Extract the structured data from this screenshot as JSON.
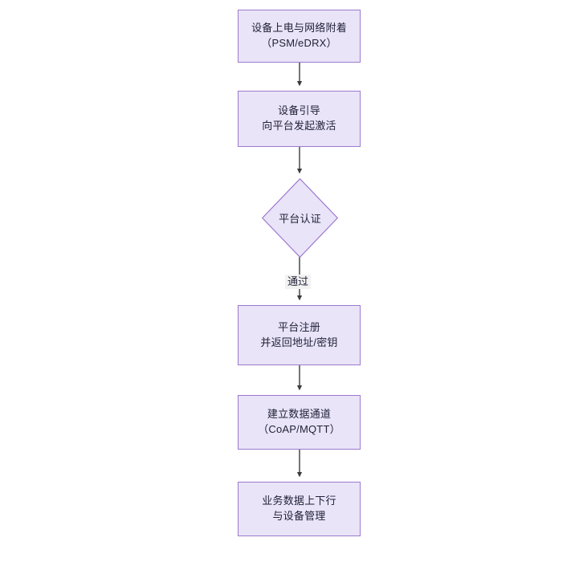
{
  "diagram": {
    "type": "flowchart",
    "orientation": "top-to-bottom",
    "theme": {
      "node_fill": "#E9E4F8",
      "node_border": "#9D79D0",
      "text_color": "#22223a",
      "edge_color": "#3b3b3b",
      "edge_label_bg": "#f2f2f2",
      "background": "#ffffff"
    },
    "nodes": [
      {
        "id": "n1",
        "shape": "rect",
        "line1": "设备上电与网络附着",
        "line2": "（PSM/eDRX）"
      },
      {
        "id": "n2",
        "shape": "rect",
        "line1": "设备引导",
        "line2": "向平台发起激活"
      },
      {
        "id": "n3",
        "shape": "diamond",
        "line1": "平台认证",
        "line2": ""
      },
      {
        "id": "n4",
        "shape": "rect",
        "line1": "平台注册",
        "line2": "并返回地址/密钥"
      },
      {
        "id": "n5",
        "shape": "rect",
        "line1": "建立数据通道",
        "line2": "（CoAP/MQTT）"
      },
      {
        "id": "n6",
        "shape": "rect",
        "line1": "业务数据上下行",
        "line2": "与设备管理"
      }
    ],
    "edges": [
      {
        "id": "e1",
        "from": "n1",
        "to": "n2",
        "label": ""
      },
      {
        "id": "e2",
        "from": "n2",
        "to": "n3",
        "label": ""
      },
      {
        "id": "e3",
        "from": "n3",
        "to": "n4",
        "label": "通过"
      },
      {
        "id": "e4",
        "from": "n4",
        "to": "n5",
        "label": ""
      },
      {
        "id": "e5",
        "from": "n5",
        "to": "n6",
        "label": ""
      }
    ]
  }
}
